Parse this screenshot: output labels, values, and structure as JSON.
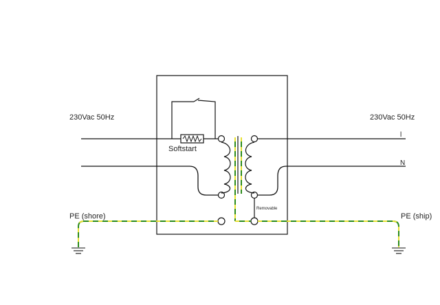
{
  "labels": {
    "left_voltage": "230Vac 50Hz",
    "right_voltage": "230Vac 50Hz",
    "softstart": "Softstart",
    "removable": "Removable",
    "line": "l",
    "neutral": "N",
    "pe_shore": "PE (shore)",
    "pe_ship": "PE (ship)"
  },
  "colors": {
    "wire": "#111111",
    "earth_green": "#2a8a1a",
    "earth_yellow": "#e8e030"
  }
}
